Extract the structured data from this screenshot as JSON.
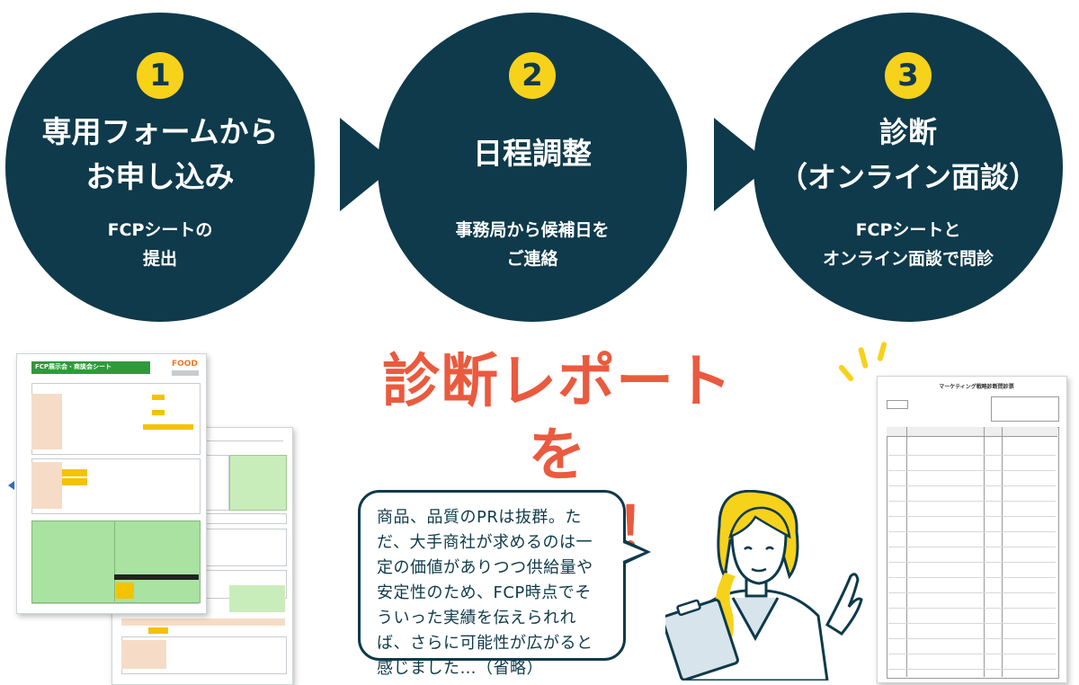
{
  "steps": [
    {
      "number": "1",
      "title": "専用フォームから\nお申し込み",
      "subtitle": "FCPシートの\n提出"
    },
    {
      "number": "2",
      "title": "日程調整",
      "subtitle": "事務局から候補日を\nご連絡"
    },
    {
      "number": "3",
      "title": "診断\n（オンライン面談）",
      "subtitle": "FCPシートと\nオンライン面談で問診"
    }
  ],
  "headline": "診断レポートを\nお戻し！",
  "quote": "商品、品質のPRは抜群。ただ、大手商社が求めるのは一定の価値がありつつ供給量や安定性のため、FCP時点でそういった実績を伝えられれば、さらに可能性が広がると感じました…（省略）",
  "fcp_sheet": {
    "title": "FCP展示会・商談会シート",
    "logo": "FOOD"
  },
  "report": {
    "title": "マーケティング戦略診断問診票"
  },
  "colors": {
    "navy": "#0e3a4b",
    "yellow": "#f7d21b",
    "coral": "#ea5a3e"
  }
}
